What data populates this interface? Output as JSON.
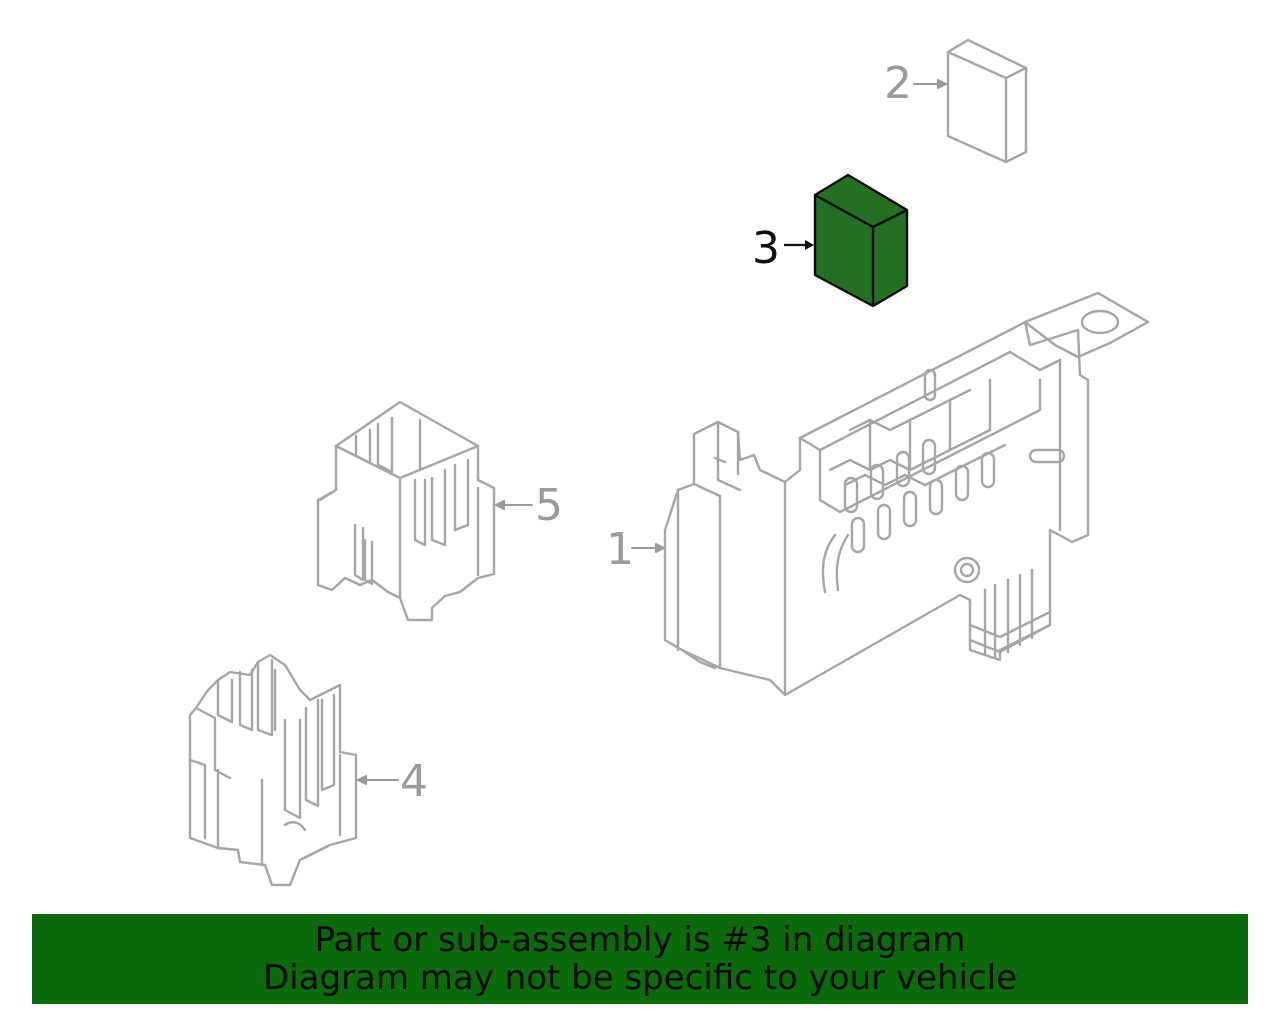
{
  "diagram": {
    "callouts": [
      {
        "number": "1",
        "part": "fuse-box-main-housing"
      },
      {
        "number": "2",
        "part": "relay-cover"
      },
      {
        "number": "3",
        "part": "relay-highlighted"
      },
      {
        "number": "4",
        "part": "connector-block-lower"
      },
      {
        "number": "5",
        "part": "connector-block-upper"
      }
    ],
    "highlighted_callout": "3"
  },
  "banner": {
    "line1": "Part or sub-assembly is #3 in diagram",
    "line2": "Diagram may not be specific to your vehicle"
  },
  "colors": {
    "highlight": "#237023",
    "banner_bg": "#0b6b0b",
    "line_art": "#a6a6a6",
    "callout_text_muted": "#9a9a9a",
    "callout_text_active": "#111111"
  }
}
